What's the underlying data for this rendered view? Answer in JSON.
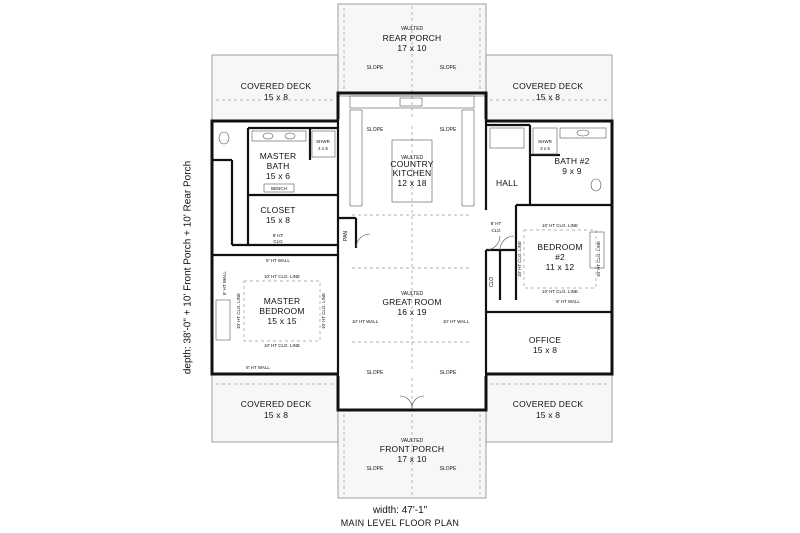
{
  "rooms": {
    "rear_porch": {
      "line1": "VAULTED",
      "line2": "REAR PORCH",
      "dims": "17 x 10"
    },
    "covered_deck_nw": {
      "name": "COVERED DECK",
      "dims": "15 x 8"
    },
    "covered_deck_ne": {
      "name": "COVERED DECK",
      "dims": "15 x 8"
    },
    "covered_deck_sw": {
      "name": "COVERED DECK",
      "dims": "15 x 8"
    },
    "covered_deck_se": {
      "name": "COVERED DECK",
      "dims": "15 x 8"
    },
    "master_bath": {
      "line1": "MASTER",
      "line2": "BATH",
      "dims": "15 x 6"
    },
    "closet": {
      "name": "CLOSET",
      "dims": "15 x 8"
    },
    "kitchen": {
      "line1": "VAULTED",
      "line2": "COUNTRY",
      "line3": "KITCHEN",
      "dims": "12 x 18"
    },
    "hall": {
      "name": "HALL"
    },
    "bath2": {
      "name": "BATH #2",
      "dims": "9 x 9"
    },
    "bedroom2": {
      "name": "BEDROOM",
      "num": "#2",
      "dims": "11 x 12"
    },
    "great_room": {
      "line1": "VAULTED",
      "line2": "GREAT ROOM",
      "dims": "16 x 19"
    },
    "master_bedroom": {
      "line1": "MASTER",
      "line2": "BEDROOM",
      "dims": "15 x 15"
    },
    "office": {
      "name": "OFFICE",
      "dims": "15 x 8"
    },
    "front_porch": {
      "line1": "VAULTED",
      "line2": "FRONT PORCH",
      "dims": "17 x 10"
    }
  },
  "annotations": {
    "slope": "SLOPE",
    "shwr_master": "SHWR",
    "shwr_master_dims": "4 x 6",
    "shwr_bath2": "SHWR",
    "shwr_bath2_dims": "3 x 5",
    "bench": "BENCH",
    "pan": "PAN",
    "clo": "CLO",
    "ht_clg_8a": "8' HT",
    "ht_clg_8b": "CLG",
    "ht_clg_8c": "8' HT",
    "ht_clg_8d": "CLG",
    "wall_8_master_top": "8' HT WALL",
    "wall_8_master_left": "8' HT WALL",
    "wall_8_master_bottom": "8' HT WALL",
    "wall_8_bed2": "8' HT WALL",
    "wall_10_gr_left": "10' HT WALL",
    "wall_10_gr_right": "10' HT WALL",
    "clg_10_master_top": "10' HT CLG. LINE",
    "clg_10_master_bottom": "10' HT CLG. LINE",
    "clg_10_master_left": "10' HT CLG. LINE",
    "clg_10_master_right": "10' HT CLG. LINE",
    "clg_10_bed2_top": "10' HT CLG. LINE",
    "clg_10_bed2_bottom": "10' HT CLG. LINE",
    "clg_10_bed2_left": "10' HT CLG. LINE",
    "clg_10_bed2_right": "10' HT CLG. LINE"
  },
  "dimensions": {
    "width": "width: 47'-1\"",
    "depth": "depth: 38'-0\" + 10' Front Porch + 10' Rear Porch"
  },
  "title": "MAIN LEVEL FLOOR PLAN"
}
